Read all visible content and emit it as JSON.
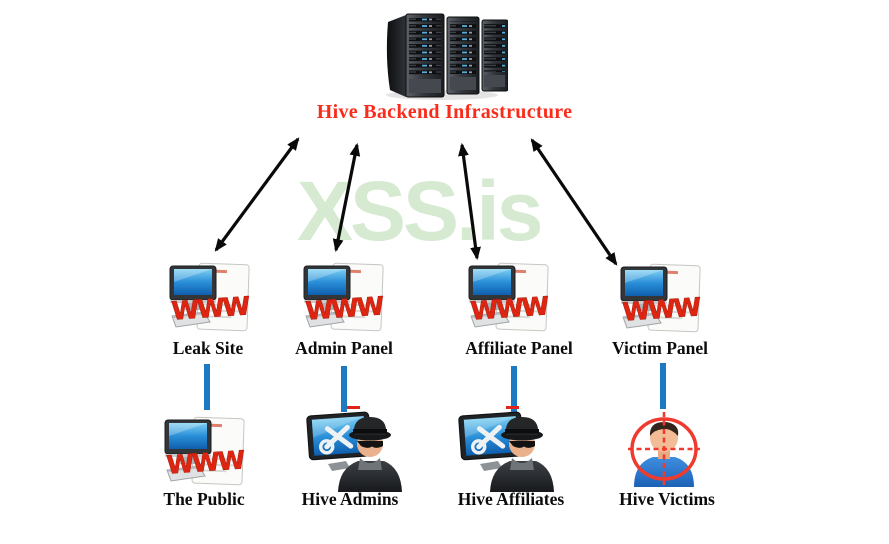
{
  "title": "Hive Backend Infrastructure",
  "watermark": "XSS.is",
  "www_text": "WWW",
  "panels": [
    {
      "label": "Leak Site"
    },
    {
      "label": "Admin Panel"
    },
    {
      "label": "Affiliate Panel"
    },
    {
      "label": "Victim Panel"
    }
  ],
  "actors": [
    {
      "label": "The Public"
    },
    {
      "label": "Hive Admins"
    },
    {
      "label": "Hive Affiliates"
    },
    {
      "label": "Hive Victims"
    }
  ],
  "connections": {
    "backend_to_panels": [
      "Leak Site",
      "Admin Panel",
      "Affiliate Panel",
      "Victim Panel"
    ],
    "panel_to_actor": [
      [
        "Leak Site",
        "The Public"
      ],
      [
        "Admin Panel",
        "Hive Admins"
      ],
      [
        "Affiliate Panel",
        "Hive Affiliates"
      ],
      [
        "Victim Panel",
        "Hive Victims"
      ]
    ]
  },
  "colors": {
    "title_red": "#f92c1c",
    "watermark_green": "#d6ead2",
    "connector_blue": "#1d79c2",
    "arrow_black": "#0a0a0a",
    "label_black": "#0c0c0c",
    "www_red": "#dd2512",
    "dash_red": "#e02417",
    "crosshair_red": "#ef3b2d"
  }
}
